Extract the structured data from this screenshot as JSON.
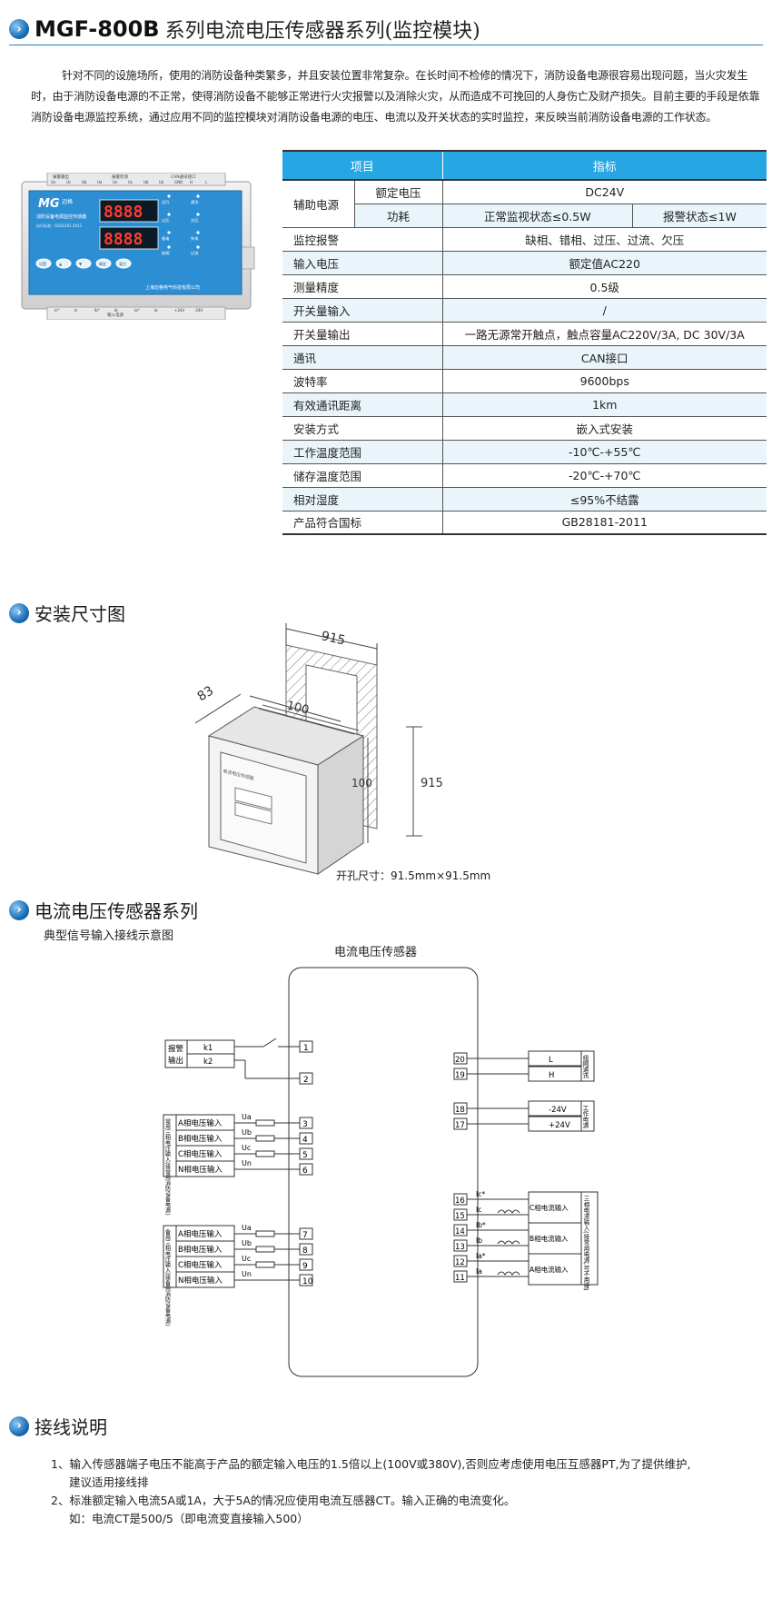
{
  "header": {
    "model": "MGF-800B",
    "subtitle": "系列电流电压传感器系列(监控模块)"
  },
  "intro": "针对不同的设施场所，使用的消防设备种类繁多，并且安装位置非常复杂。在长时间不检修的情况下，消防设备电源很容易出现问题，当火灾发生时，由于消防设备电源的不正常，使得消防设备不能够正常进行火灾报警以及消除火灾，从而造成不可挽回的人身伤亡及财产损失。目前主要的手段是依靠消防设备电源监控系统，通过应用不同的监控模块对消防设备电源的电压、电流以及开关状态的实时监控，来反映当前消防设备电源的工作状态。",
  "device": {
    "brand_logo": "MG",
    "brand_name": "迈格",
    "product_name": "消防设备电源监控传感器",
    "standard": "执行标准：GB28181-2011",
    "company": "上海迈格电气科技有限公司",
    "top_labels": [
      "报警输出",
      "报警检测",
      "CAN通讯接口"
    ],
    "top_terminals": [
      "Un",
      "Uc",
      "Ub",
      "Ua",
      "Un",
      "Uc",
      "Ub",
      "Ua",
      "GND",
      "H",
      "L"
    ],
    "bottom_label": "输入电源",
    "bottom_terminals": [
      "Ic*",
      "Ic",
      "Ib*",
      "Ib",
      "Ia*",
      "Ia",
      "+24V",
      "-24V"
    ],
    "leds": [
      "运行",
      "通讯",
      "过压",
      "欠压",
      "备电",
      "失电",
      "缺相",
      "过流"
    ],
    "buttons": [
      "设置",
      "▲",
      "▼",
      "确定",
      "复位"
    ]
  },
  "spec_table": {
    "col_item": "项目",
    "col_value": "指标",
    "aux_power": "辅助电源",
    "rated_voltage": "额定电压",
    "rated_voltage_value": "DC24V",
    "power_consumption": "功耗",
    "normal_state": "正常监视状态≤0.5W",
    "alarm_state": "报警状态≤1W",
    "rows": [
      {
        "name": "监控报警",
        "value": "缺相、错相、过压、过流、欠压"
      },
      {
        "name": "输入电压",
        "value": "额定值AC220"
      },
      {
        "name": "测量精度",
        "value": "0.5级"
      },
      {
        "name": "开关量输入",
        "value": "/"
      },
      {
        "name": "开关量输出",
        "value": "一路无源常开触点，触点容量AC220V/3A, DC 30V/3A"
      },
      {
        "name": "通讯",
        "value": "CAN接口"
      },
      {
        "name": "波特率",
        "value": "9600bps"
      },
      {
        "name": "有效通讯距离",
        "value": "1km"
      },
      {
        "name": "安装方式",
        "value": "嵌入式安装"
      },
      {
        "name": "工作温度范围",
        "value": "-10℃-+55℃"
      },
      {
        "name": "储存温度范围",
        "value": "-20℃-+70℃"
      },
      {
        "name": "相对湿度",
        "value": "≤95%不结露"
      },
      {
        "name": "产品符合国标",
        "value": "GB28181-2011"
      }
    ]
  },
  "install": {
    "title": "安装尺寸图",
    "dim_top": "915",
    "dim_side": "83",
    "dim_depth": "100",
    "dim_height_inner": "100",
    "dim_height_outer": "915",
    "cutout": "开孔尺寸：91.5mm×91.5mm",
    "front_label": "电流电压传感器"
  },
  "wiring": {
    "title": "电流电压传感器系列",
    "subtitle": "典型信号输入接线示意图",
    "box_title": "电流电压传感器",
    "alarm_label_1": "报警",
    "alarm_label_2": "输出",
    "k1": "k1",
    "k2": "k2",
    "main_group_label": "常用三相电压输入(接常用消防设备电源)",
    "backup_group_label": "备用三相电压输入(接备用消防设备电源)",
    "voltage_inputs": [
      "A相电压输入",
      "B相电压输入",
      "C相电压输入",
      "N相电压输入"
    ],
    "voltage_wires": [
      "Ua",
      "Ub",
      "Uc",
      "Un"
    ],
    "main_terminals": [
      "3",
      "4",
      "5",
      "6"
    ],
    "backup_terminals": [
      "7",
      "8",
      "9",
      "10"
    ],
    "alarm_terminals": [
      "1",
      "2"
    ],
    "can_terminals": [
      "20",
      "19"
    ],
    "can_lines": [
      "L",
      "H"
    ],
    "can_label": "组网通讯",
    "power_terminals": [
      "18",
      "17"
    ],
    "power_lines": [
      "-24V",
      "+24V"
    ],
    "power_label": "工作电源",
    "current_terminals": [
      "16",
      "15",
      "14",
      "13",
      "12",
      "11"
    ],
    "current_wires": [
      "Ic*",
      "Ic",
      "Ib*",
      "Ib",
      "Ia*",
      "Ia"
    ],
    "current_inputs": [
      "C相电流输入",
      "B相电流输入",
      "A相电流输入"
    ],
    "current_group_label": "三相电流输入(接常用电源,可不用接)"
  },
  "notes": {
    "title": "接线说明",
    "items": [
      "1、输入传感器端子电压不能高于产品的额定输入电压的1.5倍以上(100V或380V),否则应考虑使用电压互感器PT,为了提供维护,",
      "建议适用接线排",
      "2、标准额定输入电流5A或1A，大于5A的情况应使用电流互感器CT。输入正确的电流变化。",
      "如：电流CT是500/5（即电流变直接输入500）"
    ]
  },
  "colors": {
    "accent": "#27a6e4",
    "device_panel": "#2d8fd3",
    "rule": "#2a7fc0"
  }
}
